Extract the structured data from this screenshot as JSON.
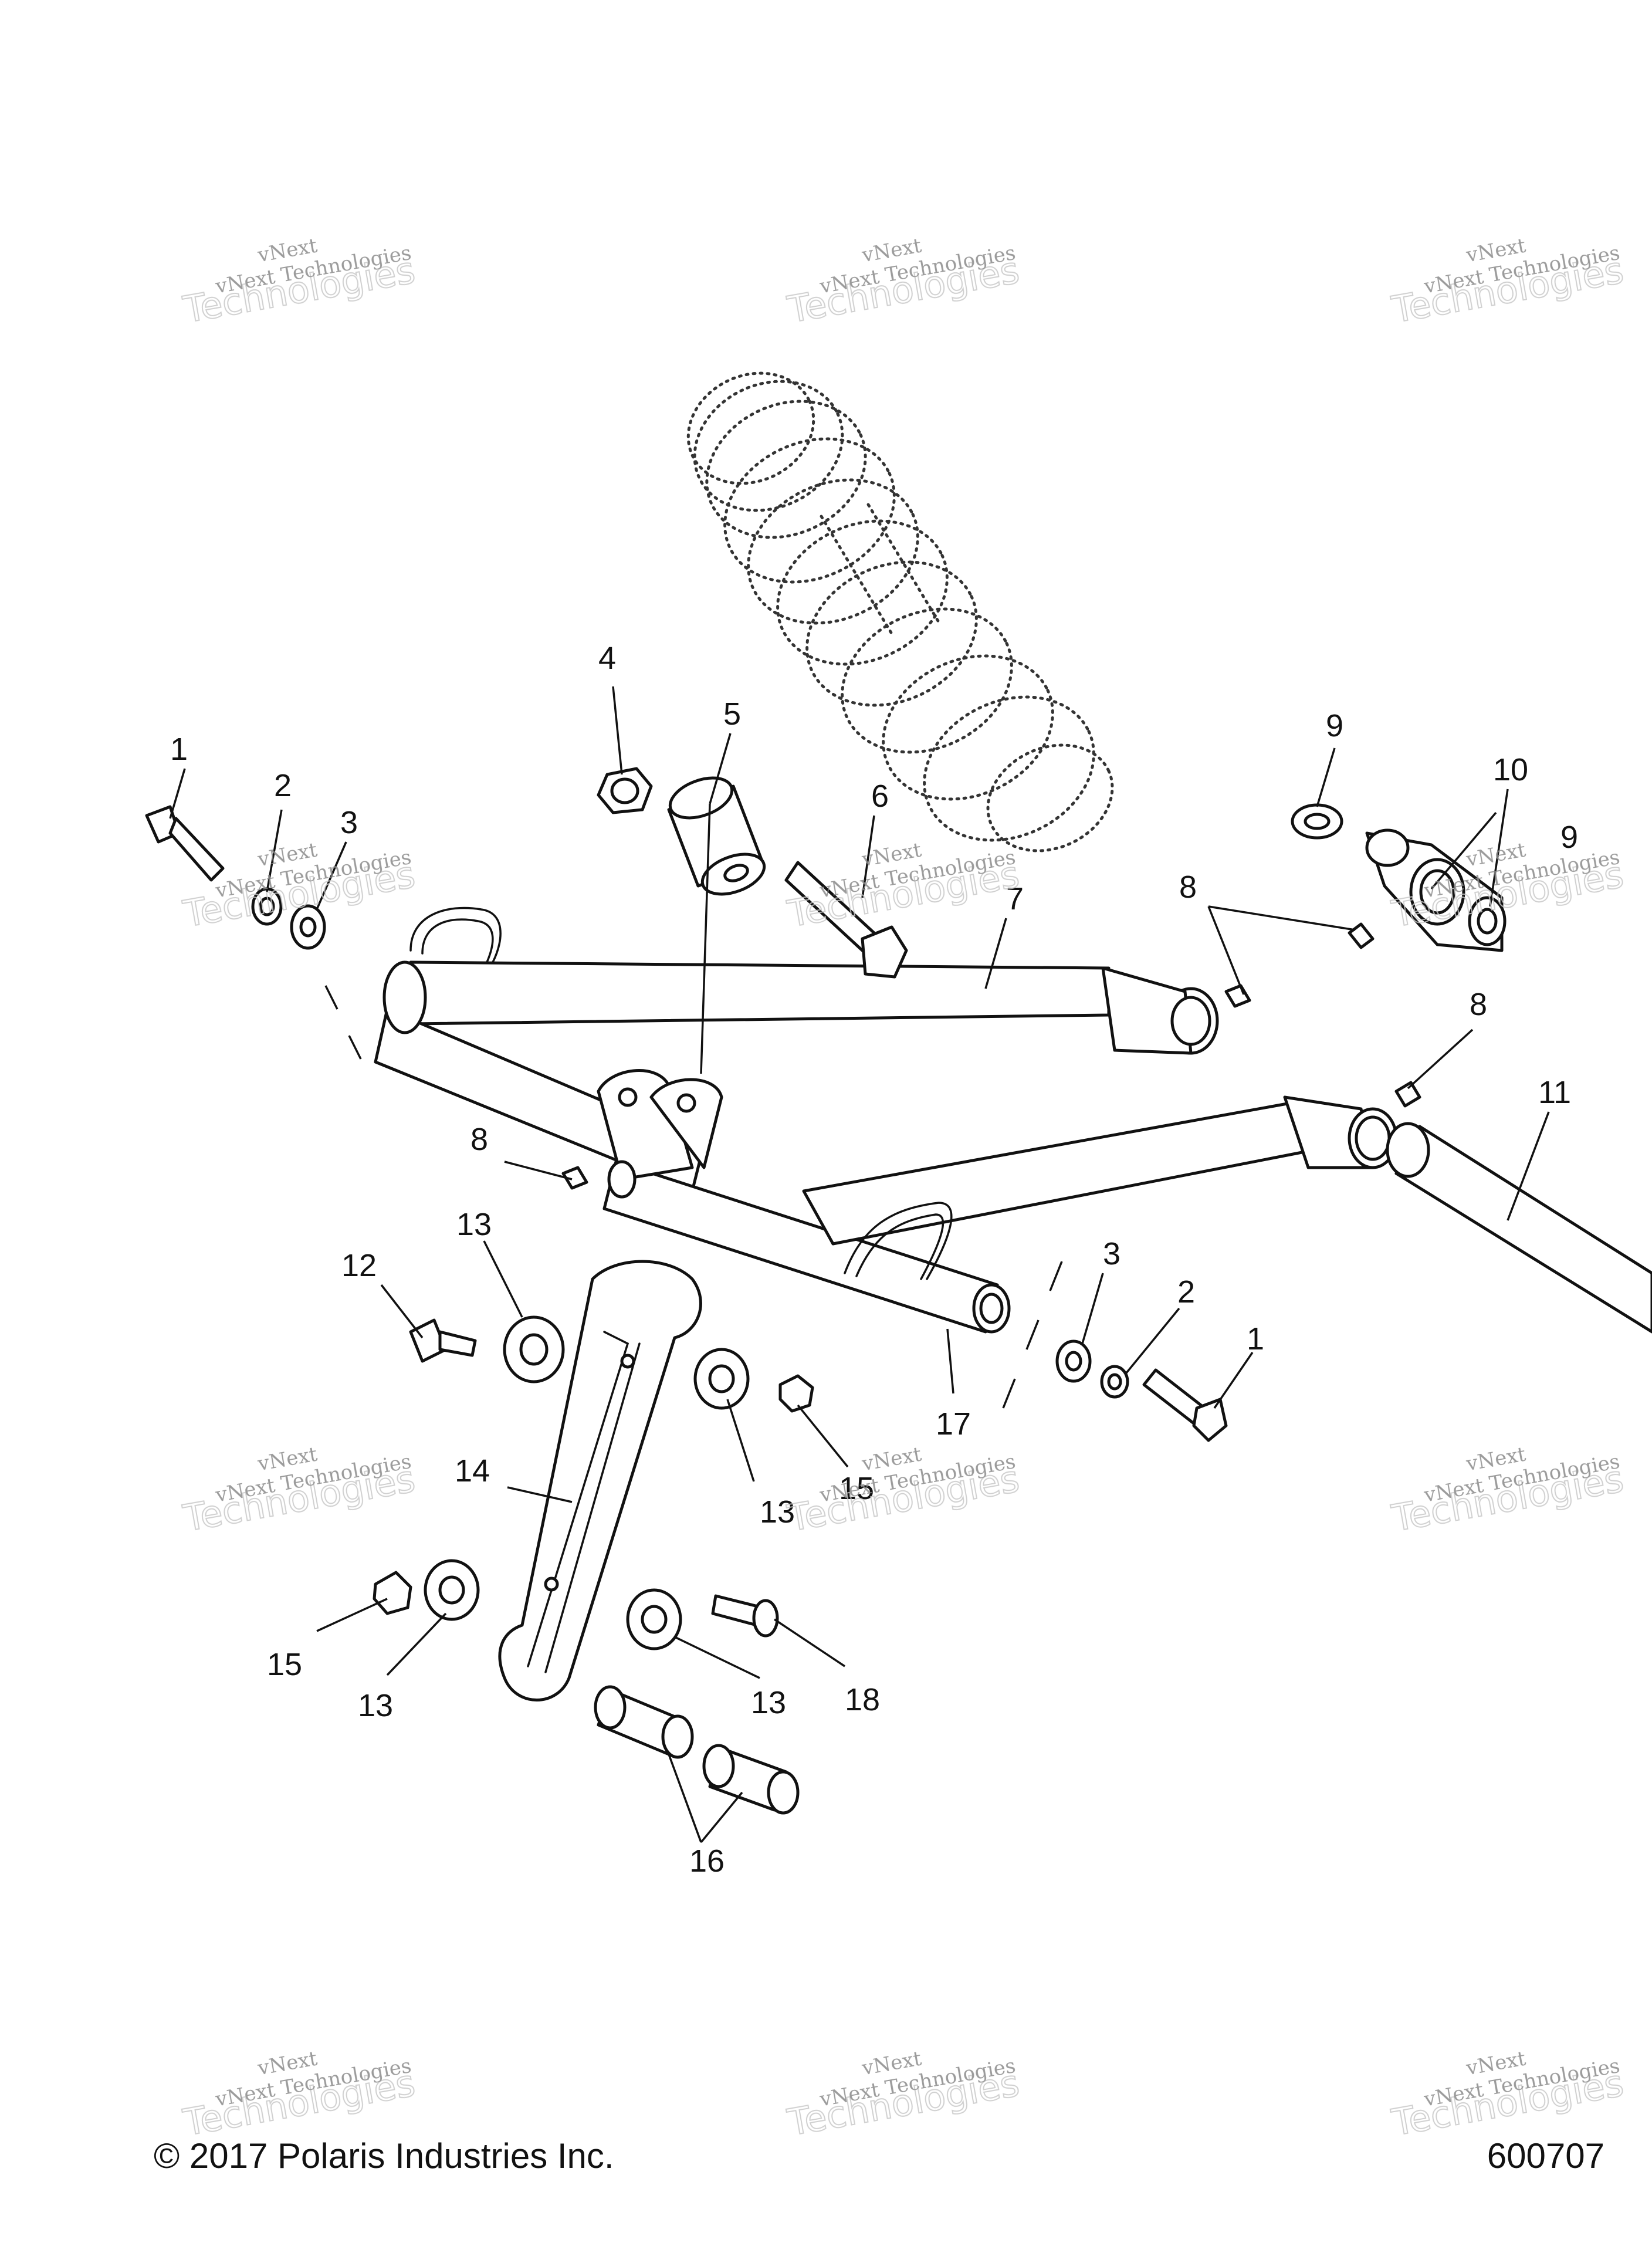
{
  "callouts": {
    "c1a": "1",
    "c2a": "2",
    "c3a": "3",
    "c4": "4",
    "c5": "5",
    "c6": "6",
    "c7": "7",
    "c8a": "8",
    "c8b": "8",
    "c8c": "8",
    "c9a": "9",
    "c9b": "9",
    "c10": "10",
    "c11": "11",
    "c12": "12",
    "c13a": "13",
    "c13b": "13",
    "c13c": "13",
    "c13d": "13",
    "c14": "14",
    "c15a": "15",
    "c15b": "15",
    "c16": "16",
    "c17": "17",
    "c18": "18",
    "c3b": "3",
    "c2b": "2",
    "c1b": "1"
  },
  "watermark": {
    "line1": "vNext Technologies",
    "line2": "Technologies",
    "tag": "vNext"
  },
  "footer": {
    "copyright": "© 2017 Polaris Industries Inc.",
    "figure_id": "600707"
  },
  "colors": {
    "ink": "#111111",
    "watermark": "#8a8a8a",
    "background": "#ffffff"
  }
}
